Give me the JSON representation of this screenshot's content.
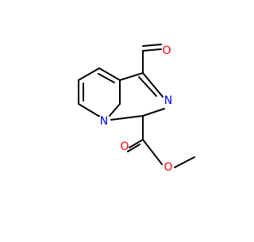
{
  "molecule": {
    "atom_labels": {
      "aldehyde_oxygen": "O",
      "imidazole_nitrogen": "N",
      "bridgehead_nitrogen": "N",
      "carbonyl_oxygen": "O",
      "ether_oxygen": "O"
    },
    "colors": {
      "bond": "#000000",
      "oxygen": "#ff0000",
      "nitrogen": "#0000ff"
    }
  }
}
